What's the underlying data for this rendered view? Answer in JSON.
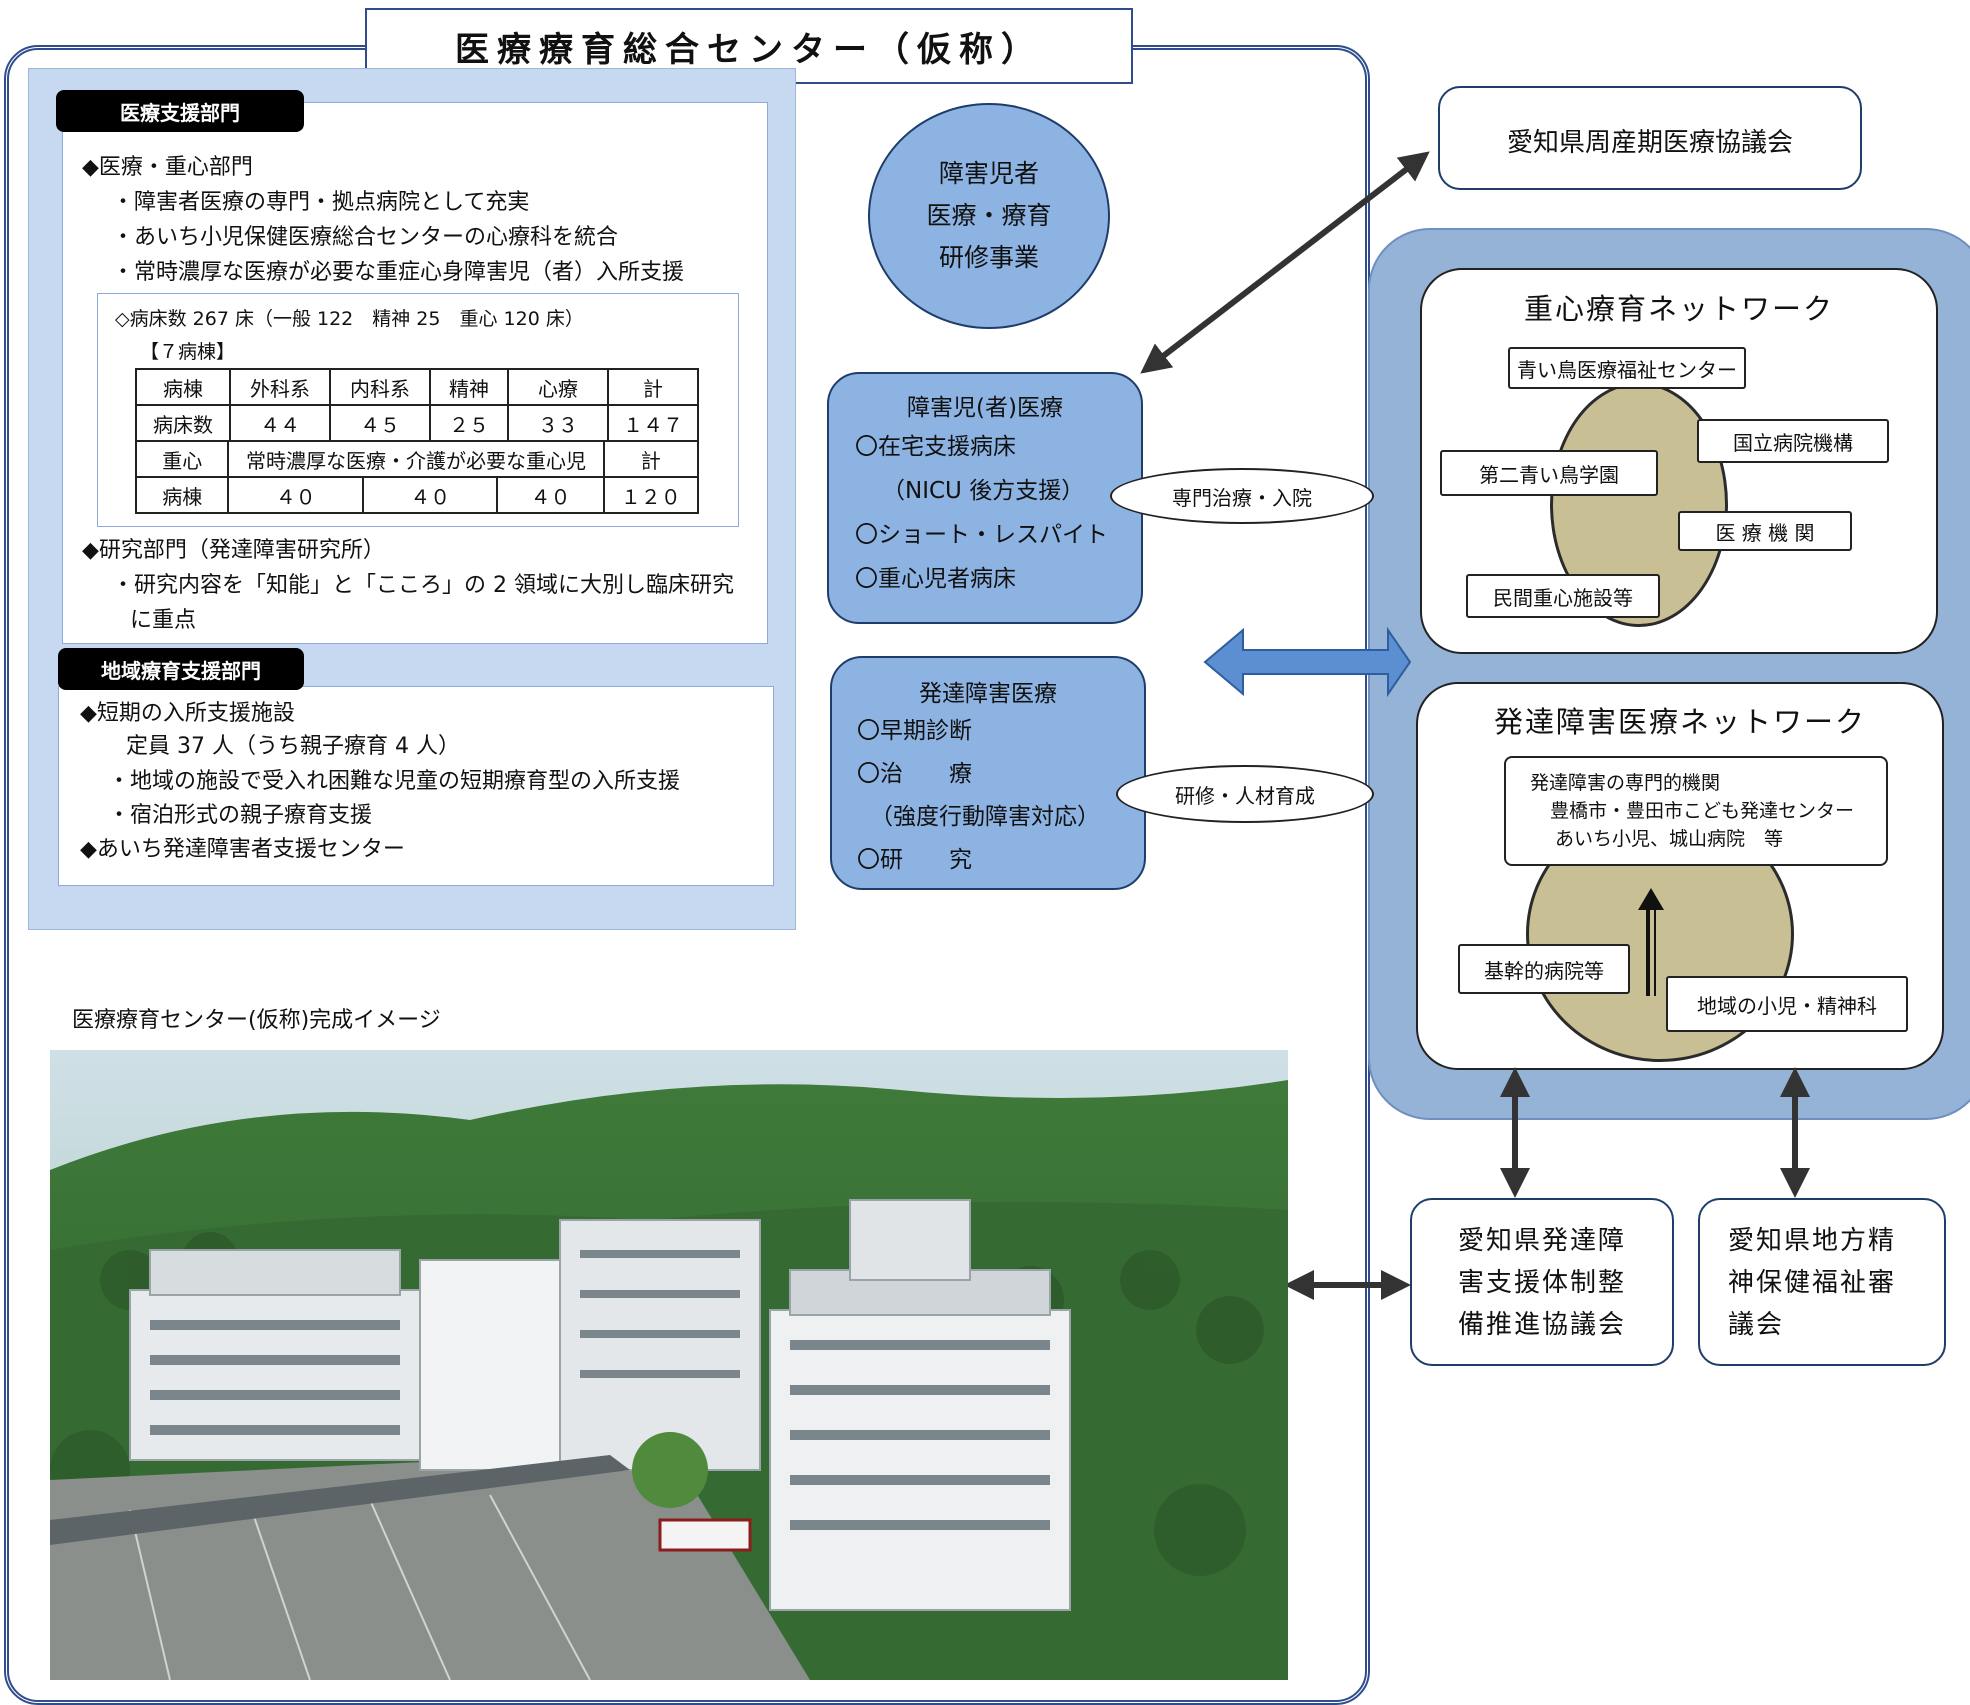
{
  "title": "医療療育総合センター（仮称）",
  "medical_support": {
    "tab": "医療支援部門",
    "lines": [
      "◆医療・重心部門",
      "・障害者医療の専門・拠点病院として充実",
      "・あいち小児保健医療総合センターの心療科を統合",
      "・常時濃厚な医療が必要な重症心身障害児（者）入所支援"
    ],
    "beds_line": "◇病床数 267 床（一般 122　精神 25　重心 120 床）",
    "wards_label": "【７病棟】",
    "table1": {
      "header": [
        "病棟",
        "外科系",
        "内科系",
        "精神",
        "心療",
        "計"
      ],
      "row": [
        "病床数",
        "４４",
        "４５",
        "２５",
        "３３",
        "１４７"
      ]
    },
    "table2": {
      "header_left": "重心",
      "header_mid": "常時濃厚な医療・介護が必要な重心児",
      "header_right": "計",
      "row_label": "病棟",
      "values": [
        "４０",
        "４０",
        "４０",
        "１２０"
      ]
    },
    "research_lines": [
      "◆研究部門（発達障害研究所）",
      "・研究内容を「知能」と「こころ」の 2 領域に大別し臨床研究",
      "に重点"
    ]
  },
  "regional_support": {
    "tab": "地域療育支援部門",
    "lines": [
      "◆短期の入所支援施設",
      "定員 37 人（うち親子療育 4 人）",
      "・地域の施設で受入れ困難な児童の短期療育型の入所支援",
      "・宿泊形式の親子療育支援",
      "◆あいち発達障害者支援センター"
    ]
  },
  "training_circle": [
    "障害児者",
    "医療・療育",
    "研修事業"
  ],
  "disabled_medical": {
    "title": "障害児(者)医療",
    "lines": [
      "〇在宅支援病床",
      "（NICU 後方支援）",
      "〇ショート・レスパイト",
      "〇重心児者病床"
    ]
  },
  "developmental_medical": {
    "title": "発達障害医療",
    "lines": [
      "〇早期診断",
      "〇治　　療",
      "（強度行動障害対応）",
      "〇研　　究"
    ]
  },
  "oval_labels": {
    "specialized": "専門治療・入院",
    "training": "研修・人材育成"
  },
  "perinatal_council": "愛知県周産期医療協議会",
  "severe_network": {
    "title": "重心療育ネットワーク",
    "labels": [
      "青い鳥医療福祉センター",
      "国立病院機構",
      "第二青い鳥学園",
      "医 療 機 関",
      "民間重心施設等"
    ]
  },
  "dev_network": {
    "title": "発達障害医療ネットワーク",
    "top_box": [
      "発達障害の専門的機関",
      "豊橋市・豊田市こども発達センター",
      "あいち小児、城山病院　等"
    ],
    "labels": [
      "基幹的病院等",
      "地域の小児・精神科"
    ]
  },
  "councils": {
    "dev_support": [
      "愛知県発達障",
      "害支援体制整",
      "備推進協議会"
    ],
    "mental_health": [
      "愛知県地方精",
      "神保健福祉審",
      "議会"
    ]
  },
  "completion_caption": "医療療育センター(仮称)完成イメージ",
  "colors": {
    "frame": "#2f4d8c",
    "panel": "#c6d9f1",
    "network_bg": "#95b3d7",
    "blue_box": "#8db3e2",
    "tan": "#c8bf95"
  }
}
